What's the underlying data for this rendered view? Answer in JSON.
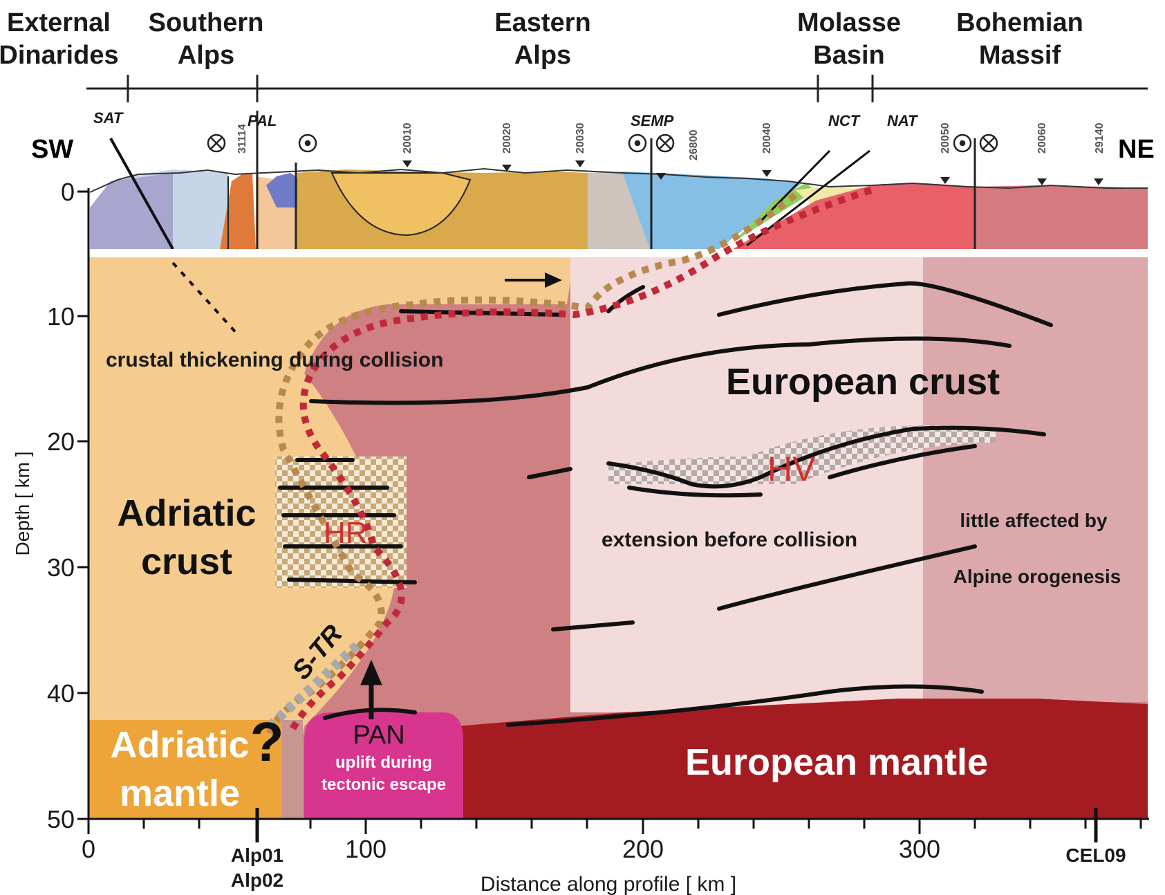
{
  "regions": [
    {
      "line1": "External",
      "line2": "Dinarides"
    },
    {
      "line1": "Southern",
      "line2": "Alps"
    },
    {
      "line1": "Eastern",
      "line2": "Alps"
    },
    {
      "line1": "Molasse",
      "line2": "Basin"
    },
    {
      "line1": "Bohemian",
      "line2": "Massif"
    }
  ],
  "directions": {
    "left": "SW",
    "right": "NE"
  },
  "faults": [
    "SAT",
    "PAL",
    "SEMP",
    "NCT",
    "NAT"
  ],
  "stations": [
    "31114",
    "20010",
    "20020",
    "20030",
    "26800",
    "20040",
    "20050",
    "20060",
    "29140"
  ],
  "y_axis": {
    "label": "Depth [ km ]",
    "ticks": [
      "0",
      "10",
      "20",
      "30",
      "40",
      "50"
    ]
  },
  "x_axis": {
    "label": "Distance along profile [ km ]",
    "ticks": [
      "0",
      "100",
      "200",
      "300"
    ]
  },
  "profile_markers": [
    {
      "line1": "Alp01",
      "line2": "Alp02"
    },
    {
      "line1": "CEL09",
      "line2": ""
    }
  ],
  "annotations": {
    "crustal_thickening": "crustal thickening during collision",
    "european_crust": "European crust",
    "adriatic_crust_1": "Adriatic",
    "adriatic_crust_2": "crust",
    "hr": "HR",
    "hv": "HV",
    "extension": "extension before collision",
    "little_affected_1": "little affected by",
    "little_affected_2": "Alpine orogenesis",
    "str": "S-TR",
    "question": "?",
    "pan": "PAN",
    "pan_sub_1": "uplift during",
    "pan_sub_2": "tectonic escape",
    "adriatic_mantle_1": "Adriatic",
    "adriatic_mantle_2": "mantle",
    "european_mantle": "European mantle"
  },
  "colors": {
    "adriatic_crust": "#f5cc8e",
    "adriatic_mantle": "#eda539",
    "european_crust_dark": "#cf8083",
    "european_crust_light": "#f3dadb",
    "european_crust_mid": "#dba8ab",
    "european_mantle": "#a41c22",
    "pan": "#d8358e",
    "highlight_red": "#d03030",
    "dotted_brown": "#b8894f",
    "dotted_red": "#c2283a"
  }
}
